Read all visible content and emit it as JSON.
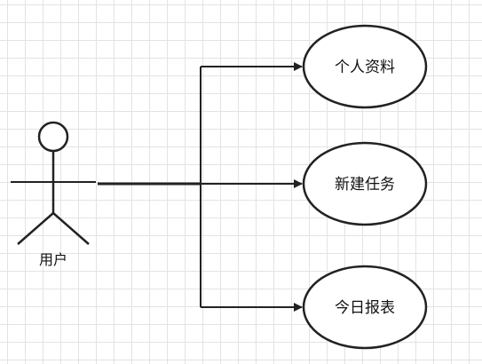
{
  "actor": {
    "label": "用户"
  },
  "use_cases": [
    {
      "label": "个人资料"
    },
    {
      "label": "新建任务"
    },
    {
      "label": "今日报表"
    }
  ],
  "colors": {
    "stroke": "#222222",
    "ellipse_fill": "#ffffff",
    "grid": "#e3e3e3"
  }
}
